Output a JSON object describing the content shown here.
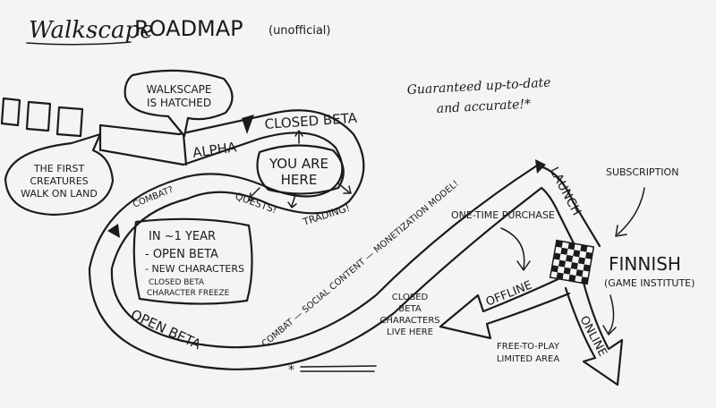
{
  "title": {
    "main_part1": "Walkscape",
    "main_part2": "ROADMAP",
    "sub": "(unofficial)"
  },
  "tagline": {
    "line1": "Guaranteed up-to-date",
    "line2": "and accurate!*"
  },
  "bubbles": {
    "creatures": [
      "THE FIRST",
      "CREATURES",
      "WALK ON LAND"
    ],
    "hatched": [
      "WALKSCAPE",
      "IS HATCHED"
    ],
    "you_are_here": [
      "YOU ARE",
      "HERE"
    ]
  },
  "road_labels": {
    "alpha": "ALPHA",
    "closed_beta": "CLOSED BETA",
    "trading": "TRADING!",
    "quests": "QUESTS!",
    "combat_q": "COMBAT?",
    "open_beta": "OPEN BETA",
    "long_road": "COMBAT — SOCIAL CONTENT — MONETIZATION MODEL!",
    "launch": "LAUNCH",
    "offline": "OFFLINE",
    "online": "ONLINE"
  },
  "year_box": {
    "title": "IN ~1 YEAR",
    "items": [
      "- OPEN BETA",
      "- NEW CHARACTERS",
      "CLOSED BETA",
      "CHARACTER FREEZE"
    ]
  },
  "branches": {
    "one_time": "ONE-TIME PURCHASE",
    "subscription": "SUBSCRIPTION",
    "finnish": "FINNISH",
    "finnish_sub": "(GAME INSTITUTE)",
    "closed_beta_chars": [
      "CLOSED",
      "BETA",
      "CHARACTERS",
      "LIVE HERE"
    ],
    "free_to_play": [
      "FREE-TO-PLAY",
      "LIMITED AREA"
    ]
  },
  "footnote": {
    "mark": "*"
  },
  "colors": {
    "ink": "#1b1b1b",
    "paper": "#f4f4f2"
  }
}
